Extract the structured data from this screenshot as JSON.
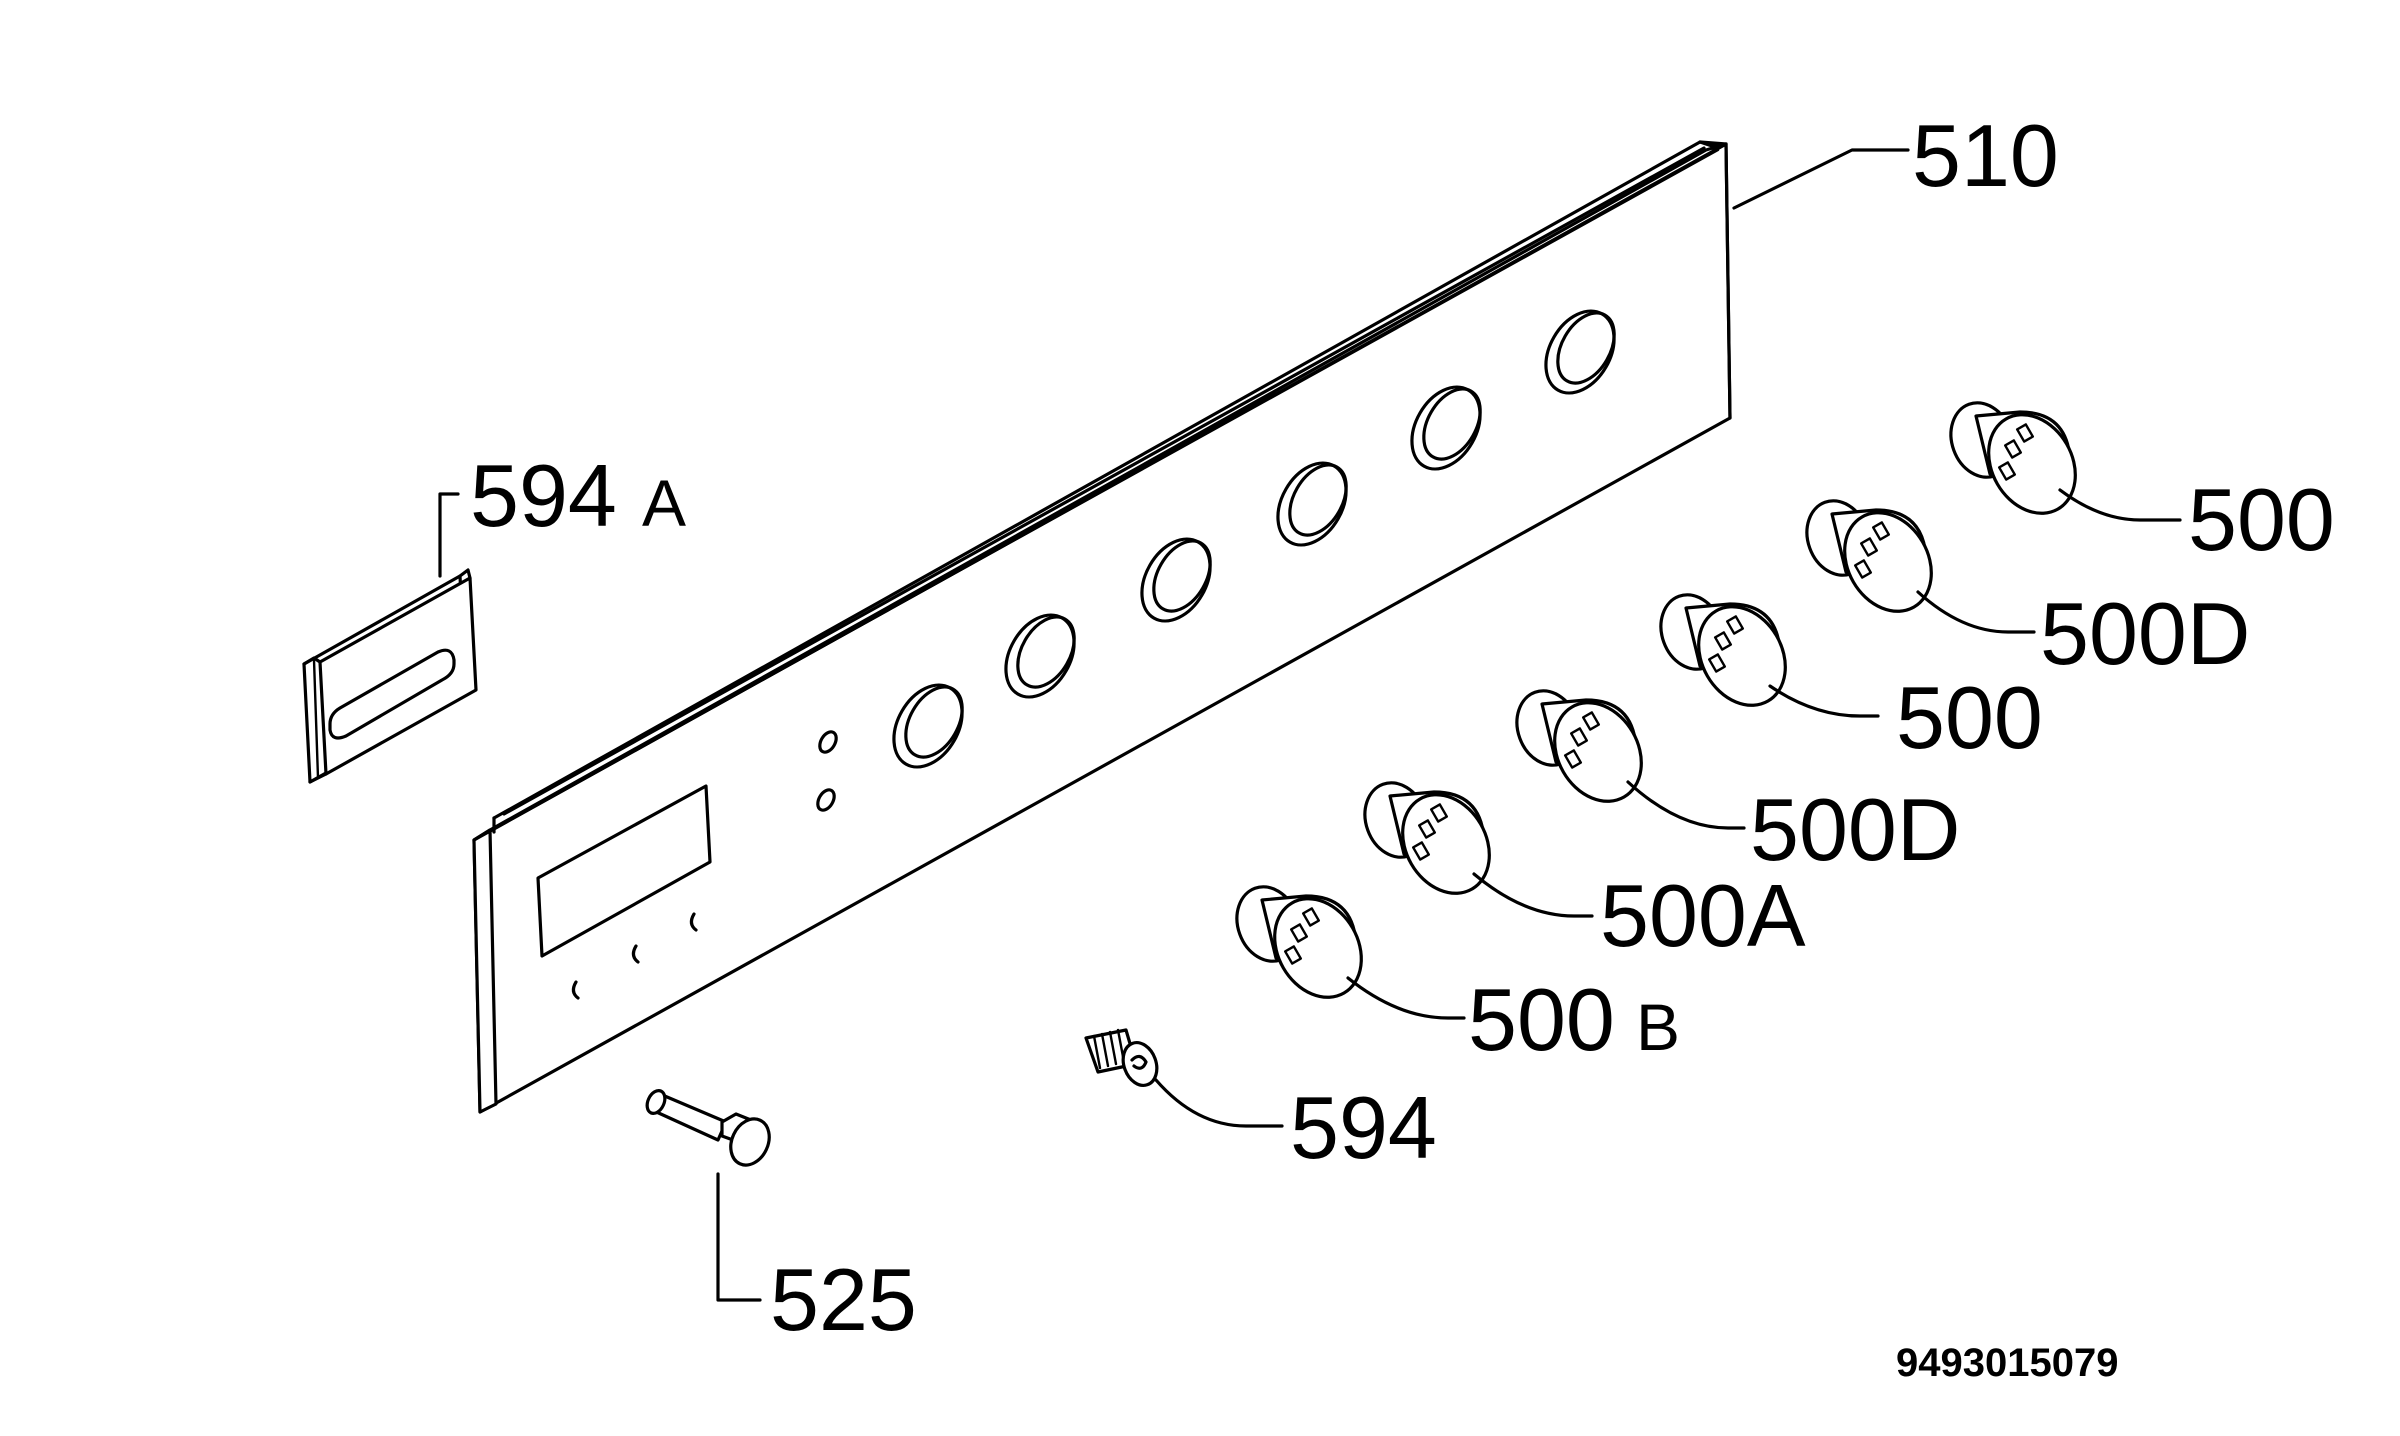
{
  "diagram": {
    "callouts": {
      "panel": "510",
      "trim_left": "594",
      "trim_left_suffix": "A",
      "knob_1": "500",
      "knob_2": "500D",
      "knob_3": "500",
      "knob_4": "500D",
      "knob_5": "500A",
      "knob_6_num": "500",
      "knob_6_suffix": "B",
      "screw": "594",
      "pin": "525"
    },
    "document_number": "9493015079"
  }
}
